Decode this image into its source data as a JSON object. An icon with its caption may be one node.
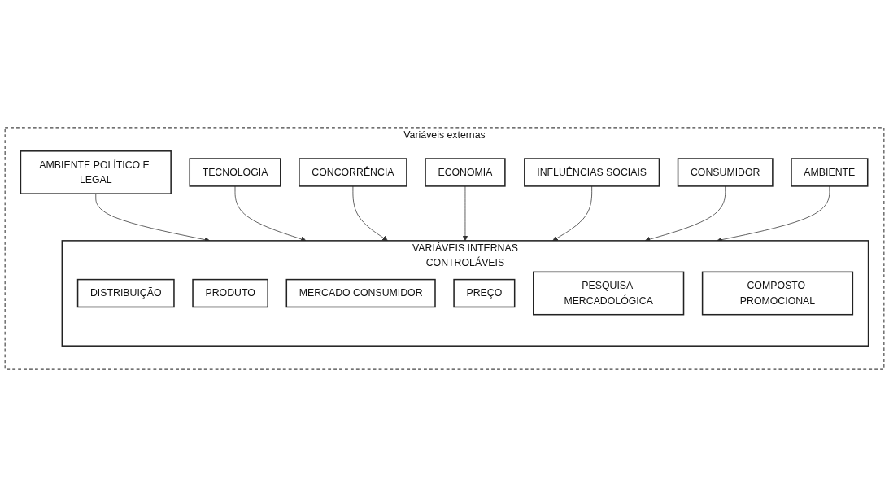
{
  "diagram": {
    "nodes": [
      {
        "text": [
          "Variáveis externas"
        ]
      },
      {
        "text": [
          "AMBIENTE POLÍTICO E LEGAL"
        ],
        "in": 0
      },
      {
        "text": [
          "TECNOLOGIA"
        ],
        "in": 0
      },
      {
        "text": [
          "CONCORRÊNCIA"
        ],
        "in": 0
      },
      {
        "text": [
          "VARIÁVEIS INTERNAS",
          "CONTROLÁVEIS"
        ],
        "in": 0
      },
      {
        "text": [
          "DISTRIBUIÇÃO"
        ],
        "in": 4
      },
      {
        "text": [
          "PRODUTO"
        ],
        "in": 4
      },
      {
        "text": [
          "MERCADO CONSUMIDOR"
        ],
        "in": 4
      },
      {
        "text": [
          "PREÇO"
        ],
        "in": 4
      },
      {
        "text": [
          "PESQUISA MERCADOLÓGICA"
        ],
        "in": 4
      },
      {
        "text": [
          "COMPOSTO PROMOCIONAL"
        ],
        "in": 4
      },
      {
        "text": [
          "ECONOMIA"
        ],
        "in": 0
      },
      {
        "text": [
          "INFLUÊNCIAS SOCIAIS"
        ],
        "in": 0
      },
      {
        "text": [
          "CONSUMIDOR"
        ],
        "in": 0
      },
      {
        "text": [
          "AMBIENTE"
        ],
        "in": 0
      }
    ],
    "edges": [
      {
        "from": 1,
        "to": 4,
        "arrow": "to"
      },
      {
        "from": 2,
        "to": 4,
        "arrow": "to"
      },
      {
        "from": 3,
        "to": 4,
        "arrow": "to"
      },
      {
        "from": 11,
        "to": 4,
        "arrow": "to"
      },
      {
        "from": 12,
        "to": 4,
        "arrow": "to"
      },
      {
        "from": 13,
        "to": 4,
        "arrow": "to"
      },
      {
        "from": 14,
        "to": 4,
        "arrow": "to"
      }
    ]
  }
}
